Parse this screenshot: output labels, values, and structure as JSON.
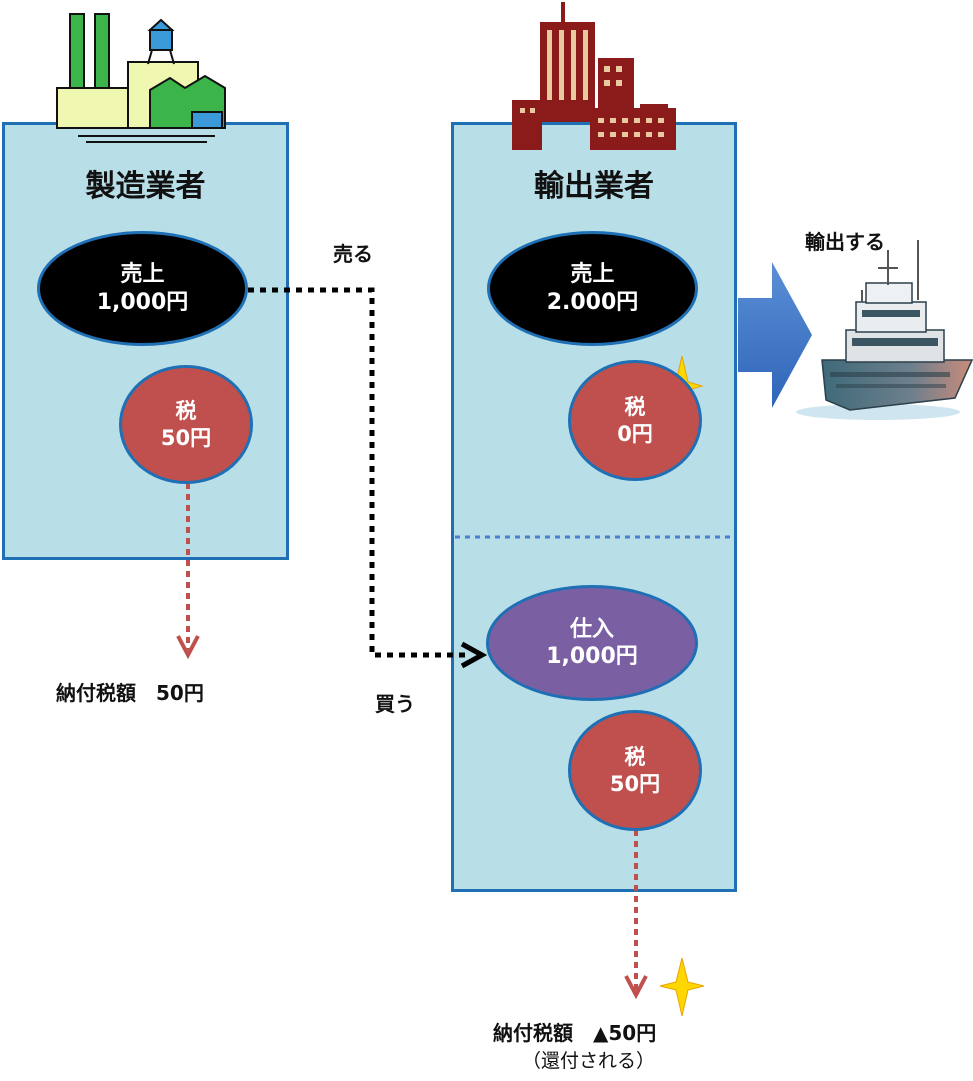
{
  "manufacturer": {
    "title": "製造業者",
    "sales": {
      "label": "売上",
      "amount": "1,000円"
    },
    "tax": {
      "label": "税",
      "amount": "50円"
    },
    "payment": "納付税額　50円"
  },
  "exporter": {
    "title": "輸出業者",
    "sales": {
      "label": "売上",
      "amount": "2.000円"
    },
    "tax_sales": {
      "label": "税",
      "amount": "0円"
    },
    "purchase": {
      "label": "仕入",
      "amount": "1,000円"
    },
    "tax_purchase": {
      "label": "税",
      "amount": "50円"
    },
    "payment": "納付税額　▲50円",
    "payment_note": "（還付される）"
  },
  "flow": {
    "sell": "売る",
    "buy": "買う",
    "export": "輸出する"
  },
  "colors": {
    "panel": "#b8dee8",
    "border": "#1f6fb5",
    "tax": "#c0504d",
    "purchase": "#7b5fa3",
    "sparkle": "#ffd700"
  },
  "icons": [
    "factory-icon",
    "office-building-icon",
    "ship-icon",
    "sparkle-icon",
    "export-arrow-icon"
  ]
}
